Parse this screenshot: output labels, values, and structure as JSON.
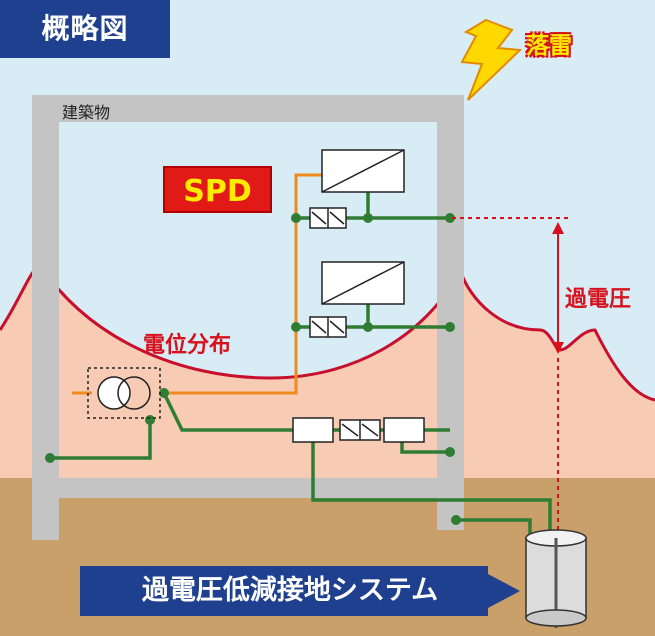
{
  "title": "概略図",
  "labels": {
    "lightning": "落雷",
    "building": "建築物",
    "spd": "SPD",
    "potential": "電位分布",
    "overvoltage": "過電圧",
    "system": "過電圧低減接地システム"
  },
  "colors": {
    "sky": "#d8ecf5",
    "ground": "#c9a06a",
    "potential_fill": "#f7cbb4",
    "potential_line": "#c8102e",
    "building": "#c4c4c4",
    "power_line": "#f08a1c",
    "ground_wire": "#2e7d32",
    "title_bg": "#1f3f8f",
    "spd_bg": "#e11917",
    "spd_text": "#ffeb00",
    "label_red": "#d7111b",
    "lightning": "#ffd800"
  }
}
